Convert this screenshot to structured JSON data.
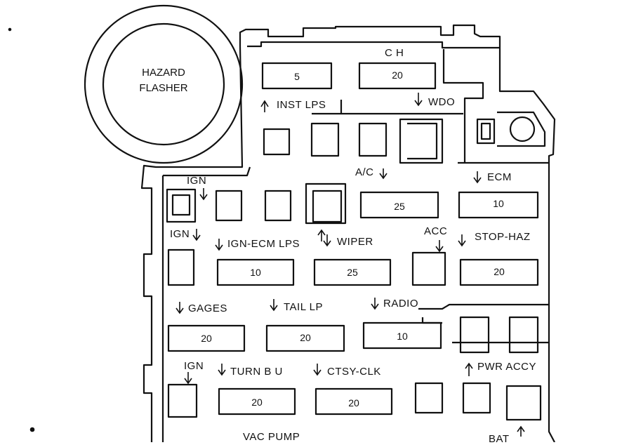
{
  "diagram": {
    "hazard_flasher": {
      "line1": "HAZARD",
      "line2": "FLASHER"
    },
    "row1": {
      "fuse_left": "5",
      "fuse_right": "20",
      "label_ch": "C H",
      "label_inst_lps": "INST LPS",
      "label_wdo": "WDO"
    },
    "row2": {
      "label_ac": "A/C",
      "label_ecm": "ECM",
      "fuse_ac": "25",
      "fuse_ecm": "10",
      "label_ign_top": "IGN"
    },
    "row3": {
      "label_ign": "IGN",
      "label_ign_ecm_lps": "IGN-ECM LPS",
      "label_wiper": "WIPER",
      "label_acc": "ACC",
      "label_stop_haz": "STOP-HAZ",
      "fuse_ign_ecm_lps": "10",
      "fuse_wiper": "25",
      "fuse_stop_haz": "20"
    },
    "row4": {
      "label_gages": "GAGES",
      "label_tail_lp": "TAIL LP",
      "label_radio": "RADIO",
      "fuse_gages": "20",
      "fuse_tail_lp": "20",
      "fuse_radio": "10"
    },
    "row5": {
      "label_ign": "IGN",
      "label_turn_bu": "TURN B U",
      "label_ctsy_clk": "CTSY-CLK",
      "label_pwr_accy": "PWR ACCY",
      "fuse_turn_bu": "20",
      "fuse_ctsy_clk": "20"
    },
    "row6": {
      "label_vac_pump": "VAC PUMP",
      "label_bat": "BAT"
    }
  }
}
